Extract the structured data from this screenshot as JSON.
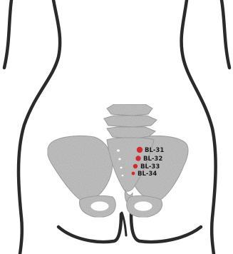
{
  "colors": {
    "background": "#ffffff",
    "body_outline": "#2a2a2a",
    "bone_fill": "#d6d6d6",
    "bone_edge": "#b4b4b4",
    "acupoint": "#d42a2a",
    "label_text": "#1a1a1a"
  },
  "acupoints": [
    {
      "label": "BL-31"
    },
    {
      "label": "BL-32"
    },
    {
      "label": "BL-33"
    },
    {
      "label": "BL-34"
    }
  ]
}
